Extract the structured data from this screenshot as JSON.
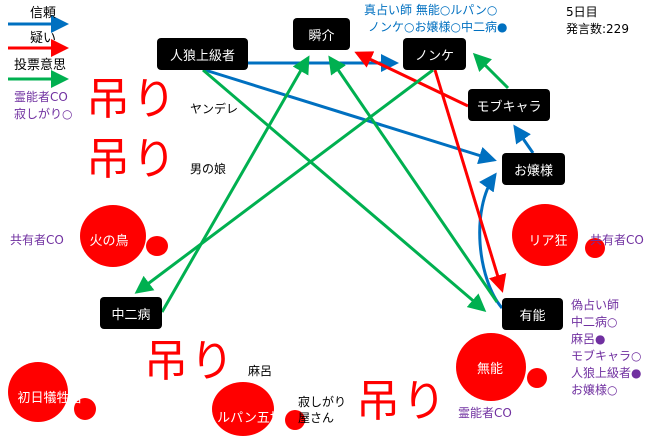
{
  "legend": [
    {
      "label": "信頼",
      "color": "#0070c0"
    },
    {
      "label": "疑い",
      "color": "#ff0000"
    },
    {
      "label": "投票意思",
      "color": "#00b050"
    }
  ],
  "info": {
    "day": "5日目",
    "count": "発言数:229"
  },
  "seer_true": {
    "line1": "真占い師 無能○ルパン○",
    "line2": "ノンケ○お嬢様○中二病●"
  },
  "seer_fake": [
    "偽占い師",
    "中二病○",
    "麻呂●",
    "モブキャラ○",
    "人狼上級者●",
    "お嬢様○"
  ],
  "notes": {
    "medium_left": "霊能者CO",
    "medium_left2": "寂しがり○",
    "shared_left": "共有者CO",
    "shared_right": "共有者CO",
    "medium_bottom": "霊能者CO"
  },
  "nodes": {
    "jinro": "人狼上級者",
    "shunsuke": "瞬介",
    "nonke": "ノンケ",
    "mob": "モブキャラ",
    "ojou": "お嬢様",
    "yuunou": "有能",
    "munou": "無能",
    "riakyo": "リア狂",
    "hinotori": "火の鳥",
    "chuni": "中二病",
    "shonichi": "初日犠牲者",
    "lupin": "ルパン五世"
  },
  "dead_text": {
    "yandere": "ヤンデレ",
    "otokonoko": "男の娘",
    "maro": "麻呂",
    "sabishi1": "寂しがり",
    "sabishi2": "屋さん"
  },
  "hang_label": "吊り"
}
